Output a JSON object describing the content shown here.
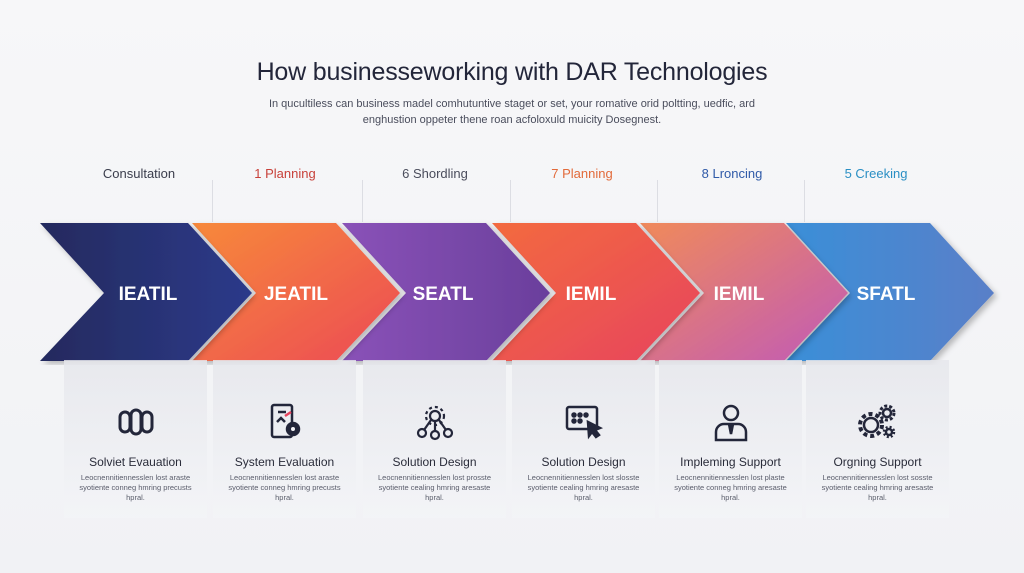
{
  "title": "How businesseworking with DAR Technologies",
  "subtitle": "In qucultiless can business madel comhutuntive staget or set, your romative orid poltting, uedfic, ard enghustion oppeter thene roan acfoloxuld muicity Dosegnest.",
  "stages": [
    {
      "top_label": "Consultation",
      "top_label_color": "#3a3d4c",
      "arrow_text": "IEATIL",
      "colors": [
        "#242a5e",
        "#2c3a8a"
      ],
      "icon": "capsule-icon",
      "card_title": "Solviet Evauation",
      "card_desc": "Leocnennitiennesslen lost araste syotiente conneg hmring precusts hpral."
    },
    {
      "top_label": "1 Planning",
      "top_label_color": "#c8413a",
      "arrow_text": "JEATIL",
      "colors": [
        "#f7893a",
        "#ec4a56"
      ],
      "icon": "tablet-gear-icon",
      "card_title": "System Evaluation",
      "card_desc": "Leocnennitiennesslen lost araste syotiente conneg hmring precusts hpral."
    },
    {
      "top_label": "6 Shordling",
      "top_label_color": "#4a4d5c",
      "arrow_text": "SEATL",
      "colors": [
        "#8a52b8",
        "#6a3f9c"
      ],
      "icon": "network-icon",
      "card_title": "Solution Design",
      "card_desc": "Leocnennitiennesslen lost prosste syotiente cealing hmring aresaste hpral."
    },
    {
      "top_label": "7 Planning",
      "top_label_color": "#e26a3a",
      "arrow_text": "IEMIL",
      "colors": [
        "#f36a3f",
        "#e7445e"
      ],
      "icon": "screen-cursor-icon",
      "card_title": "Solution Design",
      "card_desc": "Leocnennitiennesslen lost slosste syotiente cealing hmring aresaste hpral."
    },
    {
      "top_label": "8 Lroncing",
      "top_label_color": "#2f5aa8",
      "arrow_text": "IEMIL",
      "colors": [
        "#f08a5a",
        "#c05ab8"
      ],
      "icon": "person-icon",
      "card_title": "Impleming Support",
      "card_desc": "Leocnennitiennesslen lost plaste syotiente conneg hmring aresaste hpral."
    },
    {
      "top_label": "5 Creeking",
      "top_label_color": "#2a8fc4",
      "arrow_text": "SFATL",
      "colors": [
        "#3a8fd8",
        "#5a7fc8"
      ],
      "icon": "gears-icon",
      "card_title": "Orgning Support",
      "card_desc": "Leocnennitiennesslen lost sosste syotiente cealing hmring aresaste hpral."
    }
  ]
}
